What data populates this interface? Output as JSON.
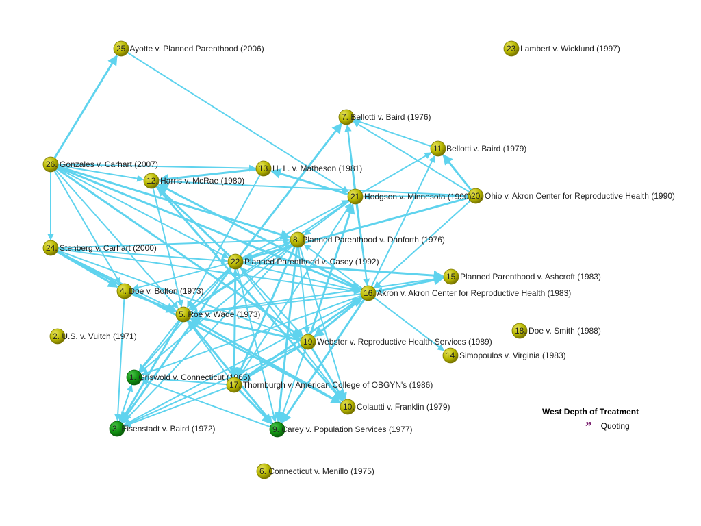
{
  "colors": {
    "edge": "#5fd3ee",
    "node_default": "#b8b800",
    "node_green": "#129312"
  },
  "nodes": [
    {
      "id": 1,
      "label": "1. Griswold v. Connecticut (1965)",
      "color": "green"
    },
    {
      "id": 2,
      "label": "2. U.S. v. Vuitch (1971)",
      "color": "default"
    },
    {
      "id": 3,
      "label": "3. Eisenstadt v. Baird (1972)",
      "color": "green"
    },
    {
      "id": 4,
      "label": "4. Doe v. Bolton (1973)",
      "color": "default"
    },
    {
      "id": 5,
      "label": "5. Roe v. Wade (1973)",
      "color": "default"
    },
    {
      "id": 6,
      "label": "6. Connecticut v. Menillo (1975)",
      "color": "default"
    },
    {
      "id": 7,
      "label": "7. Bellotti v. Baird (1976)",
      "color": "default"
    },
    {
      "id": 8,
      "label": "8. Planned Parenthood v. Danforth (1976)",
      "color": "default"
    },
    {
      "id": 9,
      "label": "9. Carey v. Population Services (1977)",
      "color": "green"
    },
    {
      "id": 10,
      "label": "10. Colautti v. Franklin (1979)",
      "color": "default"
    },
    {
      "id": 11,
      "label": "11. Bellotti v. Baird (1979)",
      "color": "default"
    },
    {
      "id": 12,
      "label": "12. Harris v. McRae (1980)",
      "color": "default"
    },
    {
      "id": 13,
      "label": "13. H. L. v. Matheson (1981)",
      "color": "default"
    },
    {
      "id": 14,
      "label": "14. Simopoulos v. Virginia (1983)",
      "color": "default"
    },
    {
      "id": 15,
      "label": "15. Planned Parenthood v. Ashcroft (1983)",
      "color": "default"
    },
    {
      "id": 16,
      "label": "16. Akron v. Akron Center for Reproductive Health (1983)",
      "color": "default"
    },
    {
      "id": 17,
      "label": "17. Thornburgh v. American College of OBGYN's (1986)",
      "color": "default"
    },
    {
      "id": 18,
      "label": "18. Doe v. Smith (1988)",
      "color": "default"
    },
    {
      "id": 19,
      "label": "19. Webster v. Reproductive Health Services (1989)",
      "color": "default"
    },
    {
      "id": 20,
      "label": "20. Ohio v. Akron Center for Reproductive Health (1990)",
      "color": "default"
    },
    {
      "id": 21,
      "label": "21. Hodgson v. Minnesota (1990)",
      "color": "default"
    },
    {
      "id": 22,
      "label": "22. Planned Parenthood v. Casey (1992)",
      "color": "default"
    },
    {
      "id": 23,
      "label": "23. Lambert v. Wicklund (1997)",
      "color": "default"
    },
    {
      "id": 24,
      "label": "24. Stenberg v. Carhart (2000)",
      "color": "default"
    },
    {
      "id": 25,
      "label": "25. Ayotte v. Planned Parenthood (2006)",
      "color": "default"
    },
    {
      "id": 26,
      "label": "26. Gonzales v. Carhart (2007)",
      "color": "default"
    }
  ],
  "edges": [
    [
      26,
      25
    ],
    [
      26,
      24
    ],
    [
      26,
      12
    ],
    [
      26,
      8
    ],
    [
      26,
      22
    ],
    [
      26,
      5
    ],
    [
      26,
      16
    ],
    [
      26,
      4
    ],
    [
      26,
      13
    ],
    [
      26,
      19
    ],
    [
      25,
      21
    ],
    [
      24,
      22
    ],
    [
      24,
      4
    ],
    [
      24,
      5
    ],
    [
      24,
      16
    ],
    [
      24,
      10
    ],
    [
      24,
      19
    ],
    [
      24,
      8
    ],
    [
      22,
      7
    ],
    [
      22,
      8
    ],
    [
      22,
      21
    ],
    [
      22,
      12
    ],
    [
      22,
      5
    ],
    [
      22,
      1
    ],
    [
      22,
      3
    ],
    [
      22,
      9
    ],
    [
      22,
      10
    ],
    [
      22,
      17
    ],
    [
      22,
      19
    ],
    [
      22,
      16
    ],
    [
      22,
      15
    ],
    [
      22,
      4
    ],
    [
      21,
      7
    ],
    [
      21,
      13
    ],
    [
      21,
      8
    ],
    [
      21,
      5
    ],
    [
      20,
      11
    ],
    [
      20,
      7
    ],
    [
      20,
      12
    ],
    [
      20,
      22
    ],
    [
      20,
      16
    ],
    [
      20,
      21
    ],
    [
      19,
      5
    ],
    [
      19,
      16
    ],
    [
      19,
      9
    ],
    [
      19,
      10
    ],
    [
      19,
      22
    ],
    [
      19,
      3
    ],
    [
      19,
      17
    ],
    [
      17,
      5
    ],
    [
      17,
      1
    ],
    [
      17,
      16
    ],
    [
      17,
      22
    ],
    [
      17,
      3
    ],
    [
      17,
      9
    ],
    [
      16,
      7
    ],
    [
      16,
      11
    ],
    [
      16,
      15
    ],
    [
      16,
      14
    ],
    [
      16,
      5
    ],
    [
      16,
      12
    ],
    [
      16,
      3
    ],
    [
      16,
      1
    ],
    [
      16,
      9
    ],
    [
      16,
      8
    ],
    [
      16,
      17
    ],
    [
      16,
      19
    ],
    [
      15,
      5
    ],
    [
      15,
      16
    ],
    [
      13,
      12
    ],
    [
      13,
      5
    ],
    [
      12,
      5
    ],
    [
      12,
      10
    ],
    [
      11,
      7
    ],
    [
      8,
      5
    ],
    [
      8,
      9
    ],
    [
      8,
      1
    ],
    [
      8,
      3
    ],
    [
      8,
      17
    ],
    [
      8,
      10
    ],
    [
      8,
      19
    ],
    [
      9,
      5
    ],
    [
      9,
      1
    ],
    [
      5,
      1
    ],
    [
      5,
      3
    ],
    [
      5,
      9
    ],
    [
      4,
      3
    ],
    [
      4,
      5
    ],
    [
      3,
      1
    ],
    [
      1,
      3
    ],
    [
      10,
      5
    ],
    [
      21,
      11
    ],
    [
      21,
      16
    ],
    [
      19,
      21
    ],
    [
      17,
      21
    ]
  ],
  "legend": {
    "title": "West Depth of Treatment",
    "mark": "”",
    "text": "= Quoting"
  }
}
